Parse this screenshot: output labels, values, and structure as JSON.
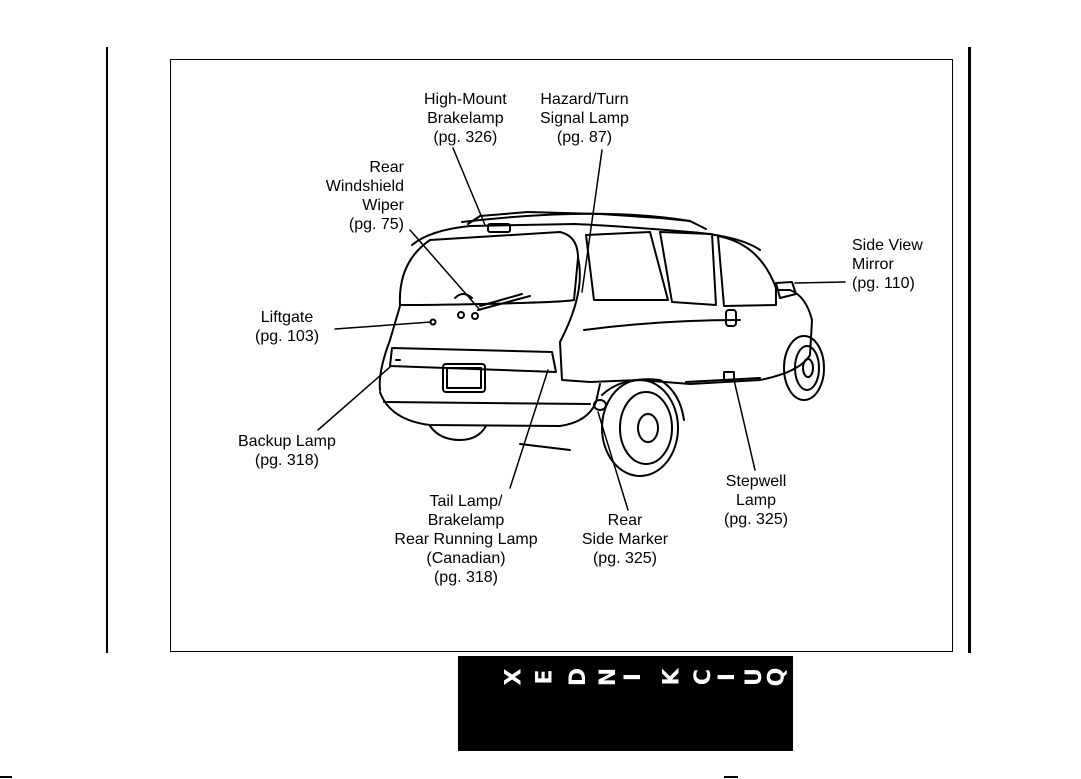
{
  "labels": {
    "high_mount": [
      "High-Mount",
      "Brakelamp",
      "(pg. 326)"
    ],
    "hazard": [
      "Hazard/Turn",
      "Signal Lamp",
      "(pg. 87)"
    ],
    "rear_wiper": [
      "Rear",
      "Windshield",
      "Wiper",
      "(pg. 75)"
    ],
    "side_view_mirror": [
      "Side View",
      "Mirror",
      "(pg. 110)"
    ],
    "liftgate": [
      "Liftgate",
      "(pg. 103)"
    ],
    "backup_lamp": [
      "Backup Lamp",
      "(pg. 318)"
    ],
    "stepwell_lamp": [
      "Stepwell",
      "Lamp",
      "(pg. 325)"
    ],
    "tail_lamp": [
      "Tail Lamp/",
      "Brakelamp",
      "Rear Running Lamp",
      "(Canadian)",
      "(pg. 318)"
    ],
    "rear_side_marker": [
      "Rear",
      "Side Marker",
      "(pg. 325)"
    ]
  },
  "index_tab": {
    "letters": [
      "I",
      "N",
      "D",
      "E",
      "X",
      "Q",
      "U",
      "I",
      "C",
      "K"
    ]
  },
  "colors": {
    "ink": "#000000",
    "paper": "#ffffff"
  }
}
